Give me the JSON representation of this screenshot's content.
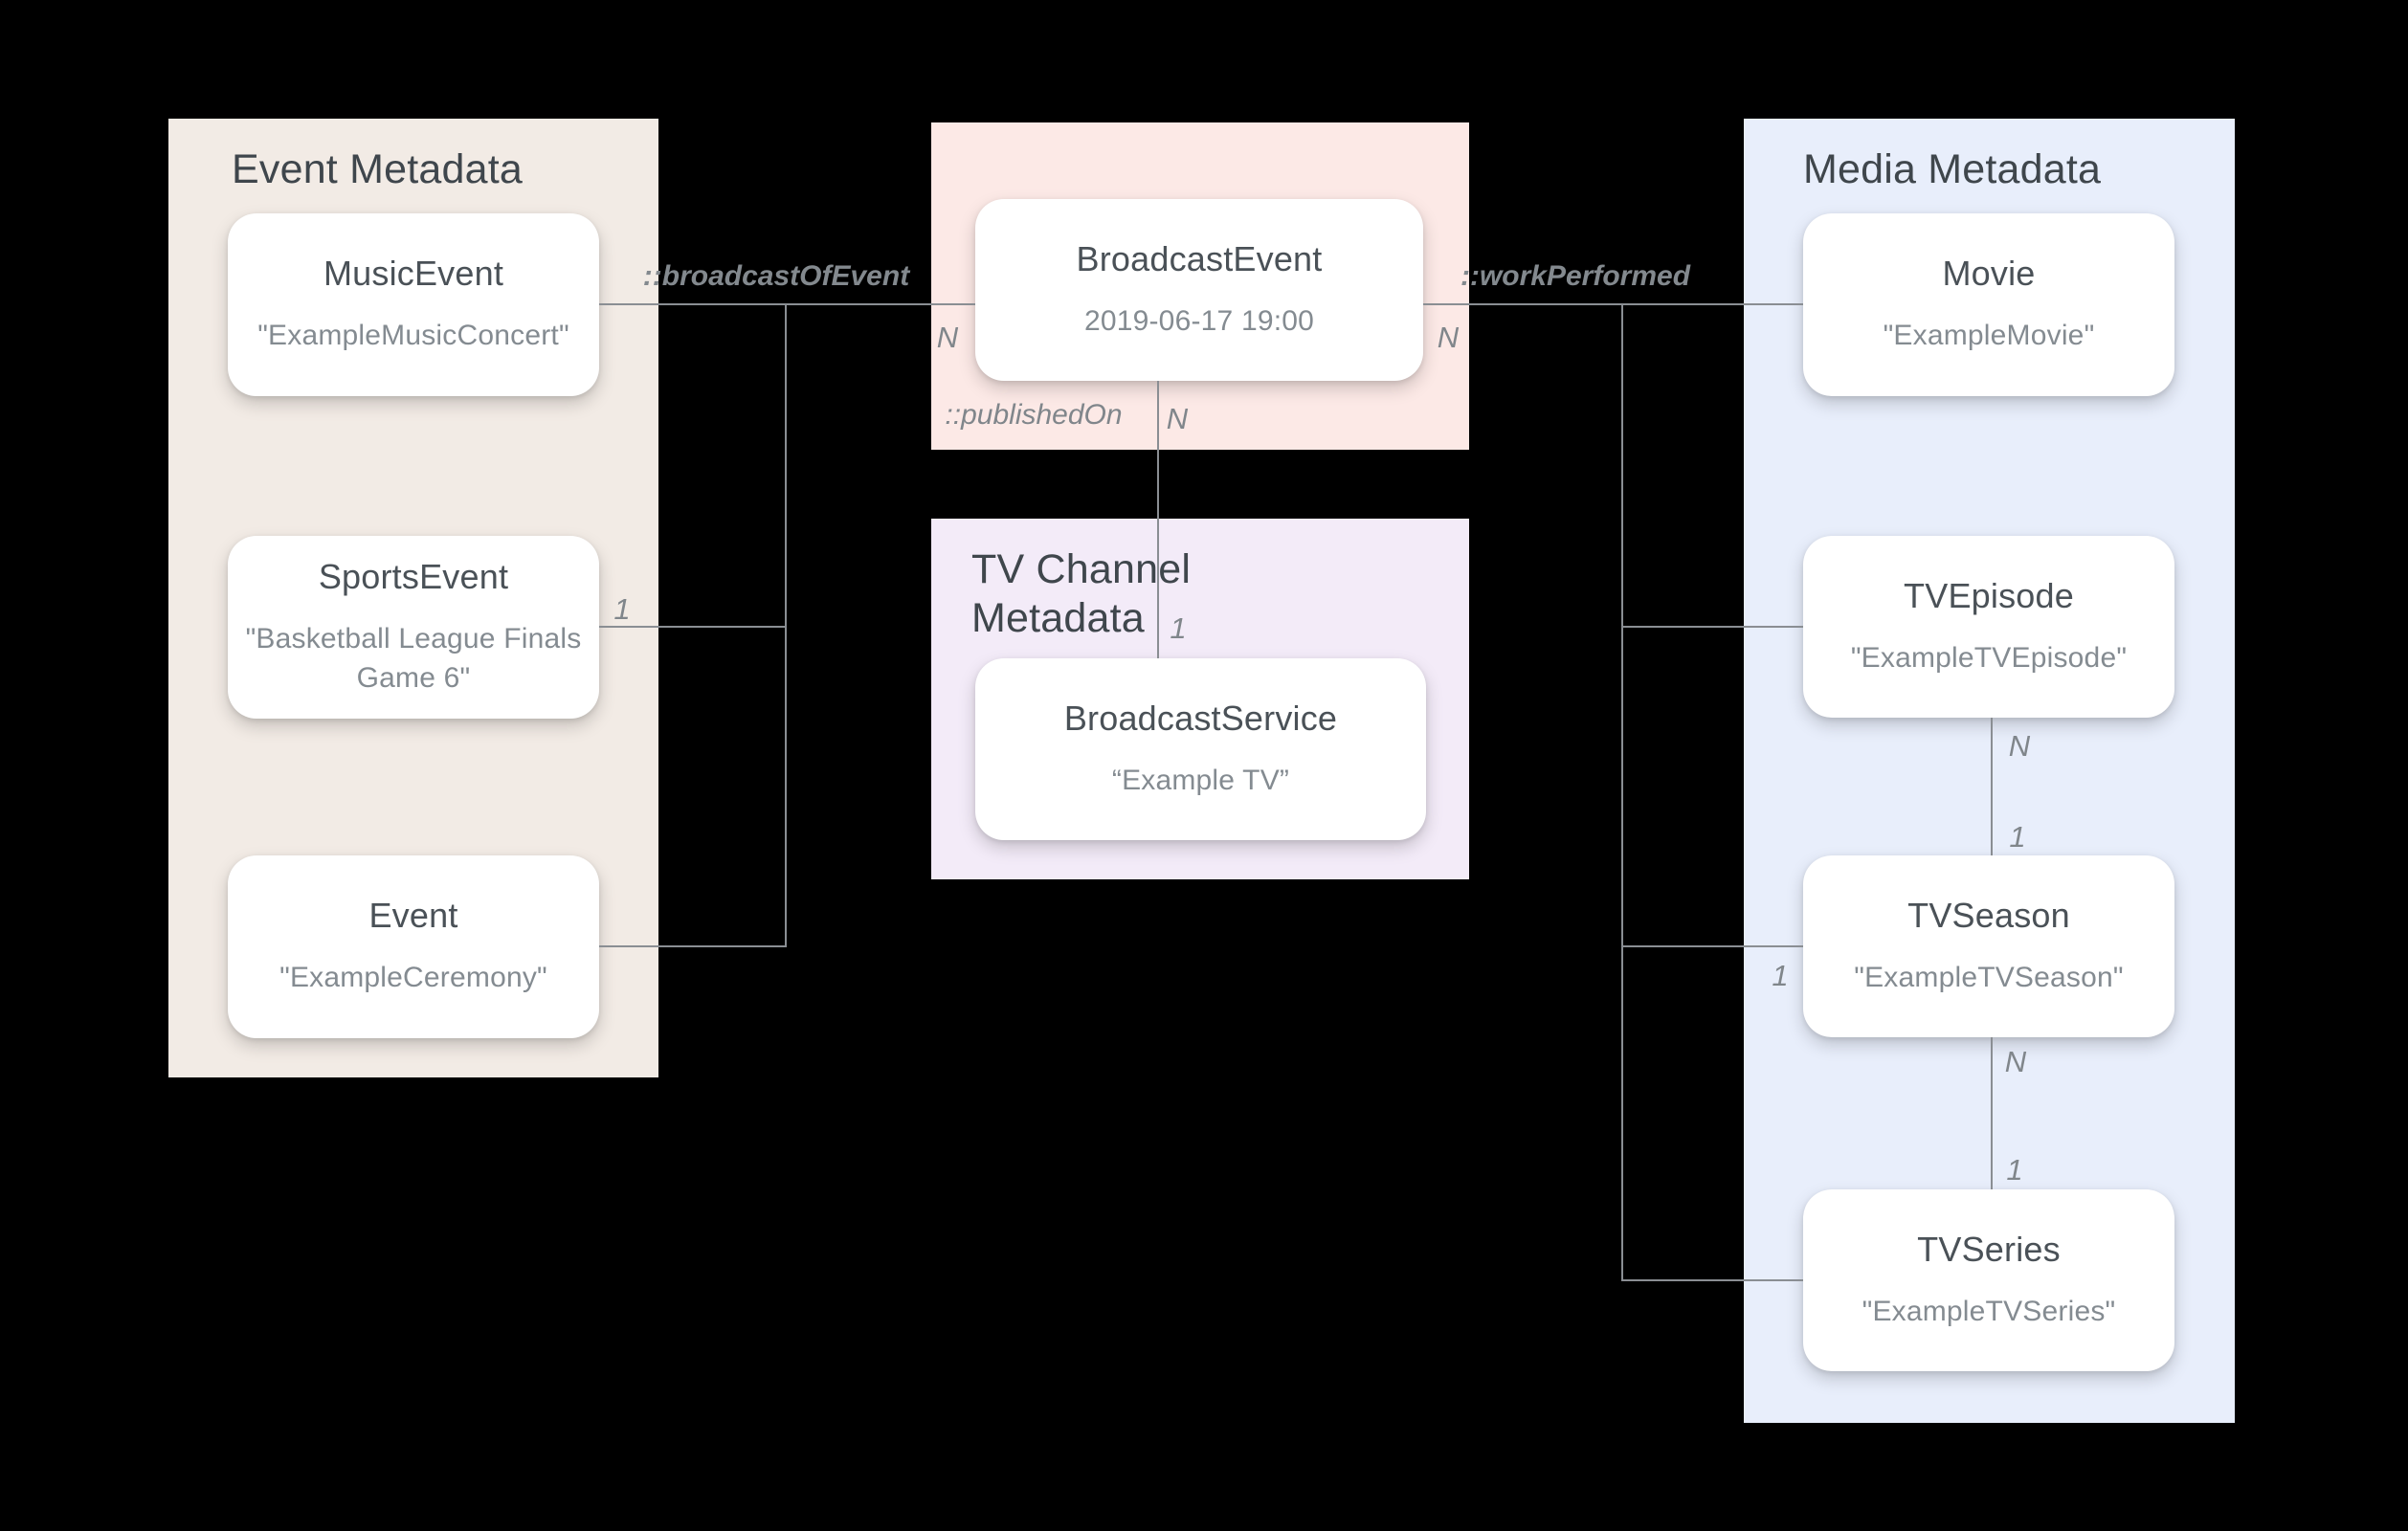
{
  "diagram": {
    "background_color": "#000000",
    "line_color": "#8A8E93",
    "panels": {
      "event": {
        "title": "Event Metadata",
        "color": "#F2EBE5"
      },
      "broadcast": {
        "color": "#FCE9E6"
      },
      "tv_channel": {
        "title": "TV Channel Metadata",
        "color": "#F3EBF8"
      },
      "media": {
        "title": "Media Metadata",
        "color": "#E8EEFB"
      }
    },
    "nodes": {
      "music_event": {
        "title": "MusicEvent",
        "value": "\"ExampleMusicConcert\""
      },
      "sports_event": {
        "title": "SportsEvent",
        "value": "\"Basketball League Finals Game 6\""
      },
      "event": {
        "title": "Event",
        "value": "\"ExampleCeremony\""
      },
      "broadcast_event": {
        "title": "BroadcastEvent",
        "value": "2019-06-17 19:00"
      },
      "broadcast_service": {
        "title": "BroadcastService",
        "value": "“Example TV”"
      },
      "movie": {
        "title": "Movie",
        "value": "\"ExampleMovie\""
      },
      "tv_episode": {
        "title": "TVEpisode",
        "value": "\"ExampleTVEpisode\""
      },
      "tv_season": {
        "title": "TVSeason",
        "value": "\"ExampleTVSeason\""
      },
      "tv_series": {
        "title": "TVSeries",
        "value": "\"ExampleTVSeries\""
      }
    },
    "relations": {
      "broadcast_of_event": {
        "label": "::broadcastOfEvent"
      },
      "work_performed": {
        "label": "::workPerformed"
      },
      "published_on": {
        "label": "::publishedOn"
      }
    },
    "cardinality": {
      "broadcast_of_event_n": "N",
      "broadcast_of_event_sports_one": "1",
      "work_performed_n": "N",
      "work_performed_season_one": "1",
      "published_on_n": "N",
      "published_on_one": "1",
      "episode_to_season_n": "N",
      "episode_to_season_one": "1",
      "season_to_series_n": "N",
      "season_to_series_one": "1"
    }
  }
}
